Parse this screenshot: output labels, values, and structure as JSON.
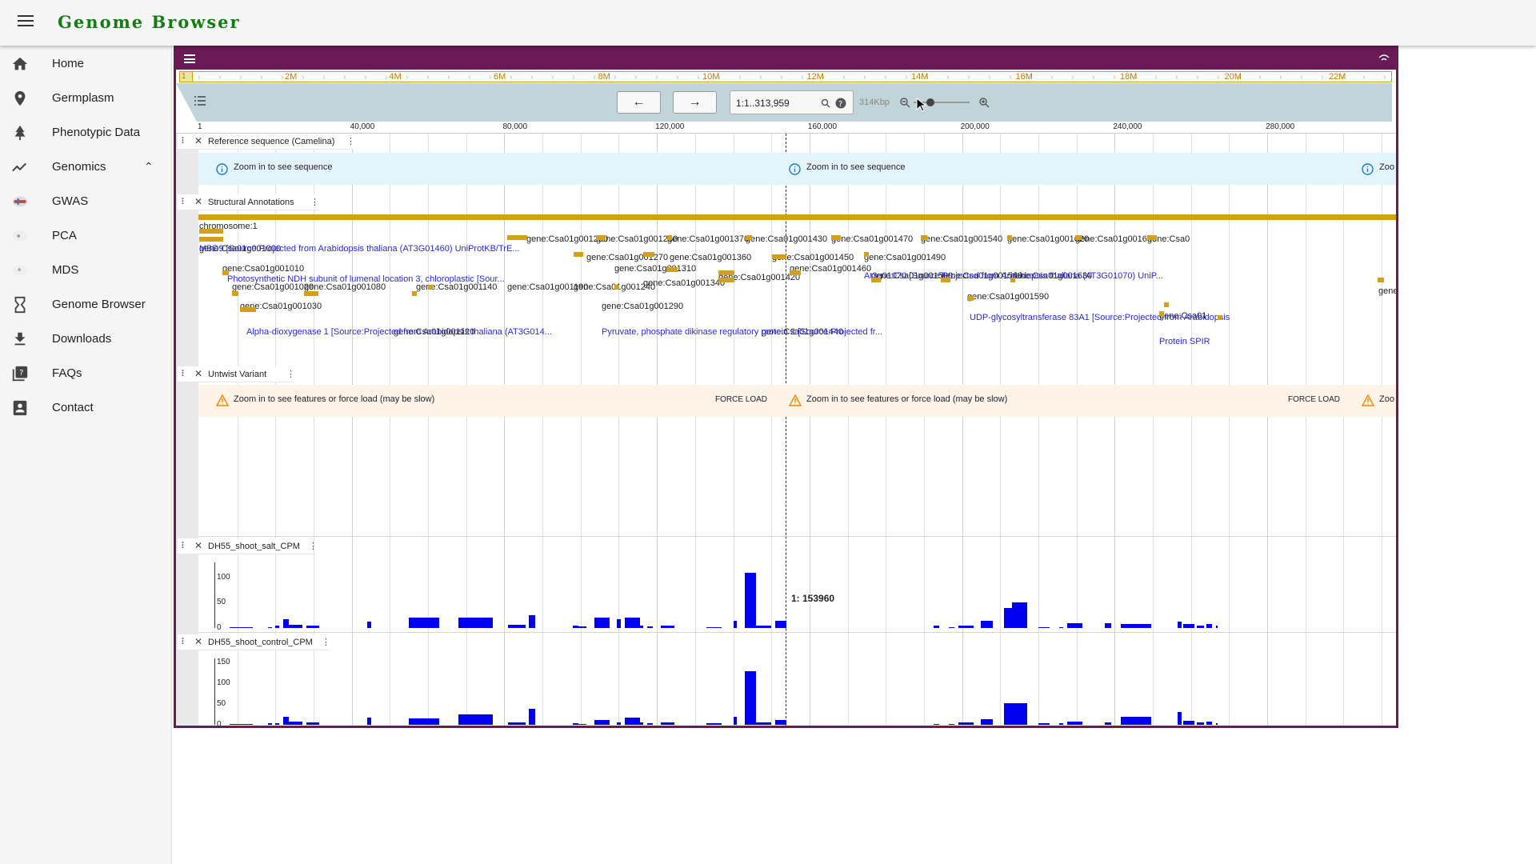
{
  "app": {
    "title": "Genome Browser"
  },
  "sidebar": {
    "items": [
      {
        "label": "Home",
        "icon": "home-icon"
      },
      {
        "label": "Germplasm",
        "icon": "location-pin-icon"
      },
      {
        "label": "Phenotypic Data",
        "icon": "nature-icon"
      },
      {
        "label": "Genomics",
        "icon": "trending-icon",
        "expanded": true
      },
      {
        "label": "GWAS",
        "icon": "gwas-thumbnail-icon"
      },
      {
        "label": "PCA",
        "icon": "pca-thumbnail-icon"
      },
      {
        "label": "MDS",
        "icon": "mds-thumbnail-icon"
      },
      {
        "label": "Genome Browser",
        "icon": "hourglass-icon"
      },
      {
        "label": "Downloads",
        "icon": "download-icon"
      },
      {
        "label": "FAQs",
        "icon": "quiz-icon"
      },
      {
        "label": "Contact",
        "icon": "contact-icon"
      }
    ]
  },
  "overview": {
    "chrom": "1",
    "ticks": [
      "2M",
      "4M",
      "6M",
      "8M",
      "10M",
      "12M",
      "14M",
      "16M",
      "18M",
      "20M",
      "22M"
    ]
  },
  "nav": {
    "back_label": "←",
    "forward_label": "→",
    "locstring": "1:1..313,959",
    "bp_label": "314Kbp",
    "zoom_level": 0.3
  },
  "ruler": {
    "ticks": [
      "1",
      "40,000",
      "80,000",
      "120,000",
      "160,000",
      "200,000",
      "240,000",
      "280,000"
    ]
  },
  "tracks": {
    "reference": {
      "name": "Reference sequence (Camelina)",
      "msg": "Zoom in to see sequence",
      "msg_trunc": "Zoo"
    },
    "structural": {
      "name": "Structural Annotations",
      "chromosome": "chromosome:1",
      "genes": [
        "gene:Csa01g001000",
        "gene:Csa01g001010",
        "gene:Csa01g001020",
        "gene:Csa01g001080",
        "gene:Csa01g001030",
        "gene:Csa01g001140",
        "gene:Csa01g001120",
        "gene:Csa01g001190",
        "gene:Csa01g001200",
        "gene:Csa01g001240",
        "gene:Csa01g001280",
        "gene:Csa01g001270",
        "gene:Csa01g001290",
        "gene:Csa01g001310",
        "gene:Csa01g001340",
        "gene:Csa01g001370",
        "gene:Csa01g001360",
        "gene:Csa01g001420",
        "gene:Csa01g001430",
        "gene:Csa01g001450",
        "gene:Csa01g001440",
        "gene:Csa01g001460",
        "gene:Csa01g001470",
        "gene:Csa01g001490",
        "gene:Csa01g001500",
        "gene:Csa01g001540",
        "gene:Csa01g001560",
        "gene:Csa01g001590",
        "gene:Csa01g001620",
        "gene:Csa01g001630",
        "gene:Csa01g001690",
        "gene:Csa0",
        "gene:Csa01"
      ],
      "descriptions": [
        "MBD9 [Source:Projected from Arabidopsis thaliana (AT3G01460) UniProtKB/TrE...",
        "Photosynthetic NDH subunit of lumenal location 3, chloroplastic [Sour...",
        "Alpha-dioxygenase 1 [Source:Projected from Arabidopsis thaliana (AT3G014...",
        "Pyruvate, phosphate dikinase regulatory protein 2 [Source:Projected fr...",
        "At3g01070 [Source:Projected from Arabidopsis thaliana (AT3G01070) UniP...",
        "UDP-glycosyltransferase 83A1 [Source:Projected from Arabidopsis",
        "Protein SPIR"
      ],
      "gene_trunc": "gene"
    },
    "variant": {
      "name": "Untwist Variant",
      "msg": "Zoom in to see features or force load (may be slow)",
      "force_label": "FORCE LOAD",
      "msg_trunc": "Zoo"
    },
    "salt": {
      "name": "DH55_shoot_salt_CPM",
      "yticks": [
        "100",
        "50",
        "0"
      ],
      "tooltip": "1: 153960"
    },
    "control": {
      "name": "DH55_shoot_control_CPM",
      "yticks": [
        "150",
        "100",
        "50",
        "0"
      ]
    }
  },
  "chart_data": [
    {
      "type": "bar",
      "title": "DH55_shoot_salt_CPM",
      "xlim": [
        1,
        313959
      ],
      "ylim": [
        0,
        130
      ],
      "bins": [
        [
          8000,
          14000,
          2
        ],
        [
          18000,
          19000,
          1
        ],
        [
          20000,
          21000,
          5
        ],
        [
          22000,
          23500,
          18
        ],
        [
          23500,
          27000,
          7
        ],
        [
          28000,
          31500,
          5
        ],
        [
          44000,
          45000,
          12
        ],
        [
          55000,
          63000,
          20
        ],
        [
          68000,
          77000,
          20
        ],
        [
          81000,
          85500,
          6
        ],
        [
          86500,
          88000,
          25
        ],
        [
          98000,
          99500,
          4
        ],
        [
          99500,
          101500,
          3
        ],
        [
          103500,
          107500,
          20
        ],
        [
          109500,
          110500,
          18
        ],
        [
          111500,
          115500,
          20
        ],
        [
          115500,
          116500,
          5
        ],
        [
          117500,
          119000,
          3
        ],
        [
          121000,
          124500,
          4
        ],
        [
          133000,
          137000,
          1
        ],
        [
          140000,
          141000,
          15
        ],
        [
          143000,
          146000,
          110
        ],
        [
          146000,
          150000,
          5
        ],
        [
          151000,
          154000,
          15
        ],
        [
          192500,
          194000,
          5
        ],
        [
          196500,
          198000,
          2
        ],
        [
          199000,
          203000,
          5
        ],
        [
          205000,
          208000,
          15
        ],
        [
          211000,
          213000,
          40
        ],
        [
          213000,
          217000,
          50
        ],
        [
          220000,
          223000,
          2
        ],
        [
          225500,
          226500,
          1
        ],
        [
          227500,
          231500,
          10
        ],
        [
          237500,
          239000,
          10
        ],
        [
          241500,
          249500,
          8
        ],
        [
          256500,
          257500,
          12
        ],
        [
          258000,
          261000,
          8
        ],
        [
          261500,
          263500,
          5
        ],
        [
          264000,
          265500,
          8
        ],
        [
          266500,
          267000,
          5
        ]
      ]
    },
    {
      "type": "bar",
      "title": "DH55_shoot_control_CPM",
      "xlim": [
        1,
        313959
      ],
      "ylim": [
        0,
        160
      ],
      "bins": [
        [
          8000,
          14000,
          2
        ],
        [
          18000,
          19000,
          3
        ],
        [
          20000,
          21000,
          4
        ],
        [
          22000,
          23500,
          20
        ],
        [
          23500,
          27000,
          7
        ],
        [
          28000,
          31500,
          6
        ],
        [
          44000,
          45000,
          18
        ],
        [
          55000,
          63000,
          15
        ],
        [
          68000,
          77000,
          25
        ],
        [
          81000,
          85500,
          6
        ],
        [
          86500,
          88000,
          38
        ],
        [
          98000,
          99500,
          3
        ],
        [
          99500,
          101500,
          2
        ],
        [
          103500,
          107500,
          12
        ],
        [
          109500,
          110500,
          5
        ],
        [
          111500,
          115500,
          17
        ],
        [
          115500,
          116500,
          6
        ],
        [
          117500,
          119000,
          4
        ],
        [
          121000,
          124500,
          5
        ],
        [
          133000,
          137000,
          3
        ],
        [
          140000,
          141000,
          20
        ],
        [
          143000,
          146000,
          130
        ],
        [
          146000,
          150000,
          6
        ],
        [
          151000,
          154000,
          12
        ],
        [
          192500,
          194000,
          2
        ],
        [
          196500,
          198000,
          1
        ],
        [
          199000,
          203000,
          5
        ],
        [
          205000,
          208000,
          14
        ],
        [
          211000,
          213000,
          52
        ],
        [
          213000,
          217000,
          52
        ],
        [
          220000,
          223000,
          4
        ],
        [
          225500,
          226500,
          3
        ],
        [
          227500,
          231500,
          8
        ],
        [
          237500,
          239000,
          6
        ],
        [
          241500,
          249500,
          19
        ],
        [
          256500,
          257500,
          30
        ],
        [
          258000,
          261000,
          9
        ],
        [
          261500,
          263500,
          5
        ],
        [
          264000,
          265500,
          8
        ],
        [
          266500,
          267000,
          4
        ]
      ]
    }
  ]
}
